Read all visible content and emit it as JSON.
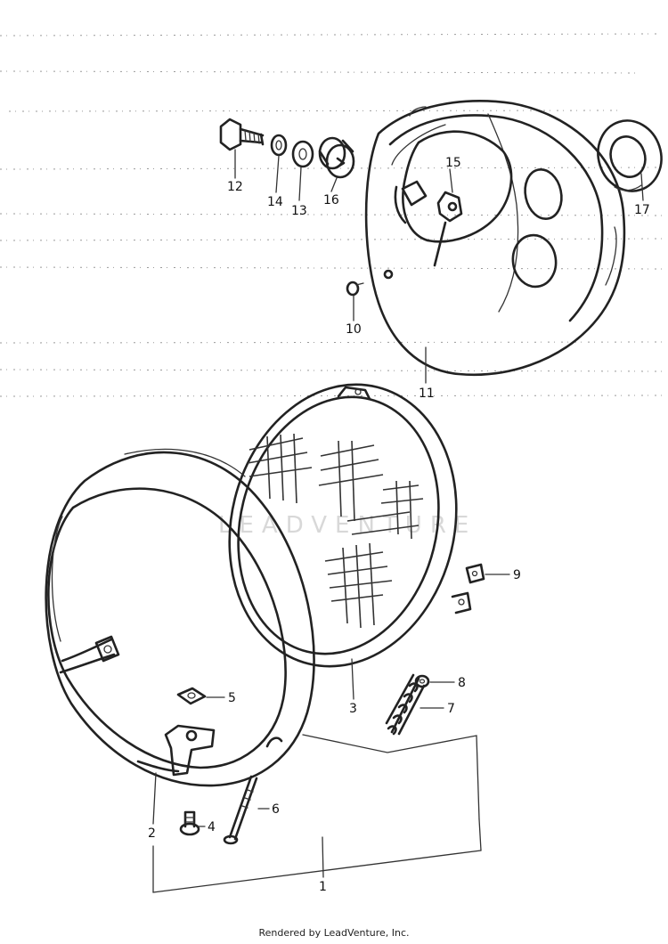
{
  "watermark": "LEADVENTURE",
  "callouts": {
    "c1": "1",
    "c2": "2",
    "c3": "3",
    "c4": "4",
    "c5": "5",
    "c6": "6",
    "c7": "7",
    "c8": "8",
    "c9": "9",
    "c10": "10",
    "c11": "11",
    "c12": "12",
    "c13": "13",
    "c14": "14",
    "c15": "15",
    "c16": "16",
    "c17": "17"
  },
  "footer": "Rendered by LeadVenture, Inc."
}
